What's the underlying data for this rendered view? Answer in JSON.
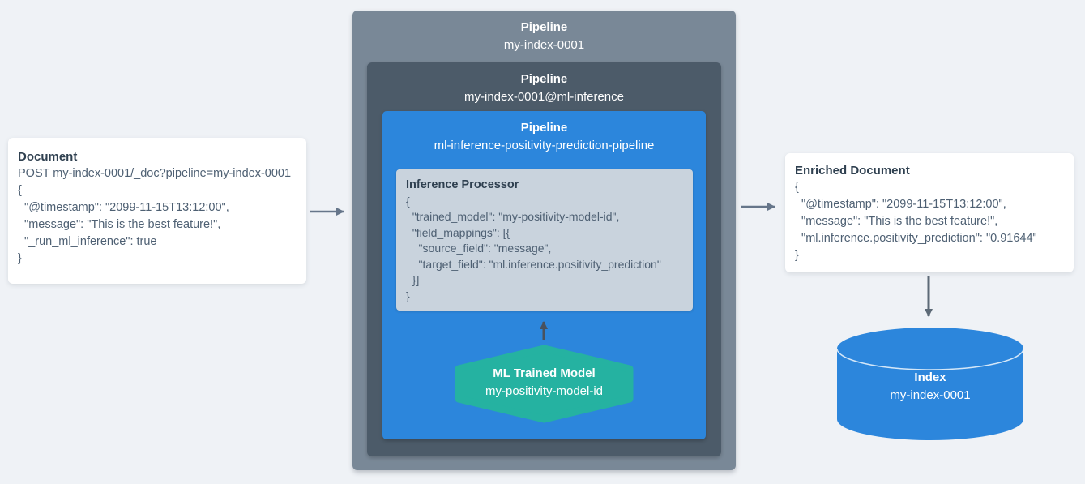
{
  "palette": {
    "background": "#eff2f6",
    "outer_pipeline_box": "#798897",
    "middle_pipeline_box": "#4c5b69",
    "inner_pipeline_box": "#2c86dc",
    "processor_box": "#c9d3dd",
    "model_hexagon": "#25b2a1",
    "index_cylinder": "#2c86dc",
    "card_background": "#ffffff",
    "heading_text": "#2f4050",
    "code_text": "#4e6073",
    "arrow_gray": "#66768a",
    "arrow_mid": "#5d6a77",
    "arrow_dark": "#49525e"
  },
  "document_card": {
    "title": "Document",
    "lines": [
      "POST my-index-0001/_doc?pipeline=my-index-0001",
      "{",
      "  \"@timestamp\": \"2099-11-15T13:12:00\",",
      "  \"message\": \"This is the best feature!\",",
      "  \"_run_ml_inference\": true",
      "}"
    ]
  },
  "outer_pipeline": {
    "label": "Pipeline",
    "name": "my-index-0001"
  },
  "middle_pipeline": {
    "label": "Pipeline",
    "name": "my-index-0001@ml-inference"
  },
  "inner_pipeline": {
    "label": "Pipeline",
    "name": "ml-inference-positivity-prediction-pipeline"
  },
  "inference_processor": {
    "title": "Inference Processor",
    "lines": [
      "{",
      "  \"trained_model\": \"my-positivity-model-id\",",
      "  \"field_mappings\": [{",
      "    \"source_field\": \"message\",",
      "    \"target_field\": \"ml.inference.positivity_prediction\"",
      "  }]",
      "}"
    ]
  },
  "ml_model": {
    "label": "ML Trained Model",
    "name": "my-positivity-model-id"
  },
  "enriched_card": {
    "title": "Enriched Document",
    "lines": [
      "{",
      "  \"@timestamp\": \"2099-11-15T13:12:00\",",
      "  \"message\": \"This is the best feature!\",",
      "  \"ml.inference.positivity_prediction\": \"0.91644\"",
      "}"
    ]
  },
  "index_store": {
    "label": "Index",
    "name": "my-index-0001"
  }
}
